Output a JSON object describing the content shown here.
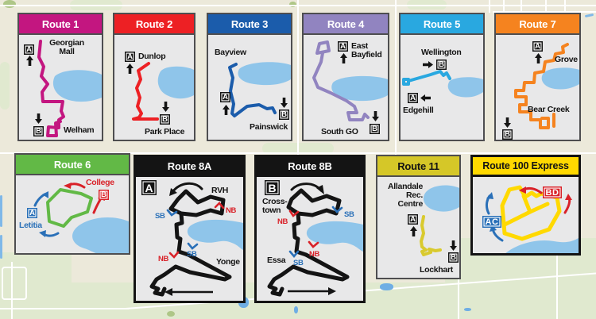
{
  "palette": {
    "map_base": "#ece9da",
    "map_field": "#e0e9cf",
    "road": "#ffffff",
    "water": "#8fc5ea",
    "marker_black": "#141414",
    "marker_blue": "#2a70b8",
    "marker_red": "#d92128",
    "card_body": "#e8e8e9",
    "card_border": "#4e4e50"
  },
  "routes": [
    {
      "id": "route-1",
      "title": "Route 1",
      "color": "#c31680",
      "a": "A",
      "b": "B",
      "top1": "Georgian",
      "top2": "Mall",
      "bottom": "Welham"
    },
    {
      "id": "route-2",
      "title": "Route 2",
      "color": "#ed2024",
      "a": "A",
      "b": "B",
      "top": "Dunlop",
      "bottom": "Park Place"
    },
    {
      "id": "route-3",
      "title": "Route 3",
      "color": "#1b5cab",
      "a": "A",
      "b": "B",
      "top": "Bayview",
      "bottom": "Painswick"
    },
    {
      "id": "route-4",
      "title": "Route 4",
      "color": "#9184c0",
      "a": "A",
      "b": "B",
      "top1": "East",
      "top2": "Bayfield",
      "bottom": "South GO"
    },
    {
      "id": "route-5",
      "title": "Route 5",
      "color": "#29a8e0",
      "a": "A",
      "b": "B",
      "top": "Wellington",
      "bottom": "Edgehill"
    },
    {
      "id": "route-7",
      "title": "Route 7",
      "color": "#f5831f",
      "a": "A",
      "b": "B",
      "top": "Grove",
      "mid": "Bear Creek"
    },
    {
      "id": "route-6",
      "title": "Route 6",
      "color": "#62b946",
      "a": "A",
      "b": "B",
      "label_a": "Letitia",
      "label_b": "College",
      "a_color": "#2a70b8",
      "b_color": "#d92128"
    },
    {
      "id": "route-8a",
      "title": "Route 8A",
      "color": "#141414",
      "marker": "A",
      "rvh": "RVH",
      "yonge": "Yonge",
      "nb": "NB",
      "sb": "SB",
      "nb_color": "#d92128",
      "sb_color": "#2a70b8"
    },
    {
      "id": "route-8b",
      "title": "Route 8B",
      "color": "#141414",
      "marker": "B",
      "cross1": "Cross-",
      "cross2": "town",
      "essa": "Essa",
      "nb": "NB",
      "sb": "SB",
      "nb_color": "#d92128",
      "sb_color": "#2a70b8"
    },
    {
      "id": "route-11",
      "title": "Route 11",
      "color": "#d9ca2e",
      "a": "A",
      "b": "B",
      "top1": "Allandale",
      "top2": "Rec.",
      "top3": "Centre",
      "bottom": "Lockhart"
    },
    {
      "id": "route-100",
      "title": "Route 100 Express",
      "color": "#ffd900",
      "ac": "AC",
      "bd": "BD",
      "ac_color": "#2a70b8",
      "bd_color": "#d92128"
    }
  ]
}
